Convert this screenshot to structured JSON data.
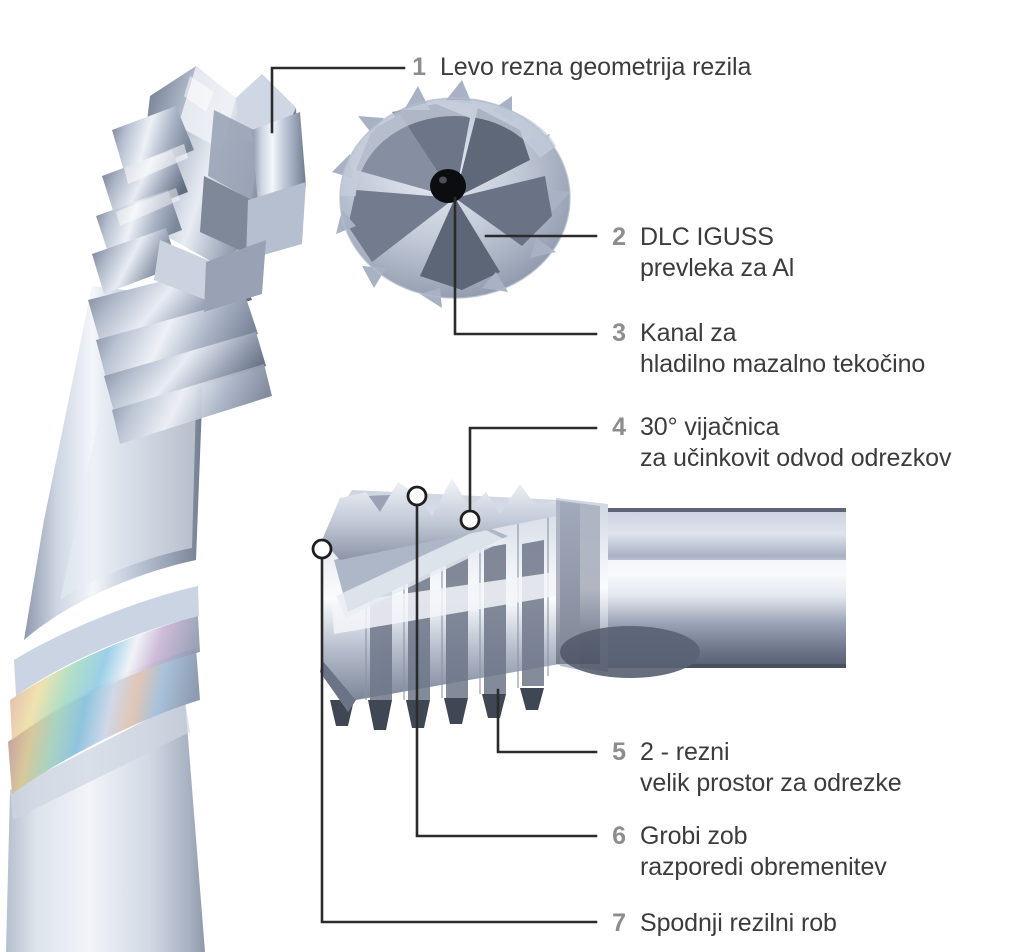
{
  "diagram": {
    "title": "Annotated end mill cutter technical diagram",
    "language": "sl",
    "number_color": "#8d8d8d",
    "text_color": "#3c3c3c",
    "leader_color": "#2b2b2b",
    "background": "#ffffff",
    "callouts": [
      {
        "number": "1",
        "text": "Levo rezna geometrija rezila"
      },
      {
        "number": "2",
        "text": "DLC IGUSS\nprevleka za Al"
      },
      {
        "number": "3",
        "text": "Kanal za\nhladilno mazalno tekočino"
      },
      {
        "number": "4",
        "text": "30° vijačnica\nza učinkovit odvod odrezkov"
      },
      {
        "number": "5",
        "text": "2 - rezni\nvelik prostor za odrezke"
      },
      {
        "number": "6",
        "text": "Grobi zob\nrazporedi obremenitev"
      },
      {
        "number": "7",
        "text": "Spodnji rezilni rob"
      }
    ],
    "views": {
      "photo_tool": "roughing end mill photograph with serrated flutes",
      "end_view": "axial end view showing cutting teeth and central coolant hole",
      "cad_view": "CAD side view of fluted cutting head and cylindrical shank"
    }
  }
}
